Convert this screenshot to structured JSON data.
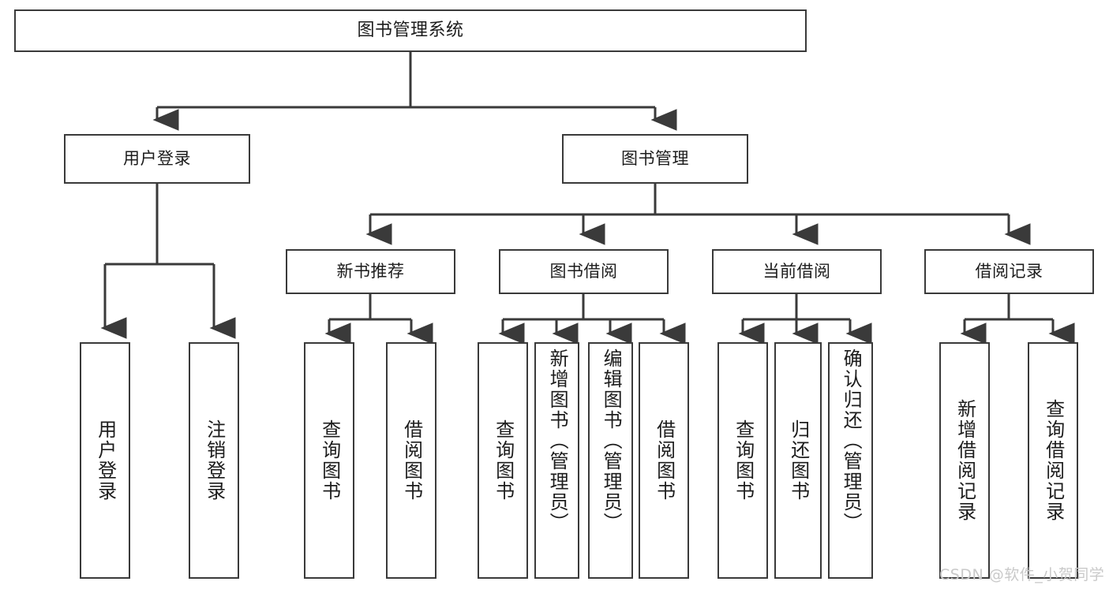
{
  "diagram": {
    "title": "图书管理系统",
    "type": "tree-hierarchy",
    "root": {
      "label": "图书管理系统"
    },
    "level2": [
      {
        "label": "用户登录"
      },
      {
        "label": "图书管理"
      }
    ],
    "level3": [
      {
        "label": "新书推荐"
      },
      {
        "label": "图书借阅"
      },
      {
        "label": "当前借阅"
      },
      {
        "label": "借阅记录"
      }
    ],
    "leaves": {
      "user_login": [
        {
          "label": "用户登录"
        },
        {
          "label": "注销登录"
        }
      ],
      "new_book_recommend": [
        {
          "label": "查询图书"
        },
        {
          "label": "借阅图书"
        }
      ],
      "book_borrow": [
        {
          "label": "查询图书"
        },
        {
          "label": "新增图书（管理员）"
        },
        {
          "label": "编辑图书（管理员）"
        },
        {
          "label": "借阅图书"
        }
      ],
      "current_borrow": [
        {
          "label": "查询图书"
        },
        {
          "label": "归还图书"
        },
        {
          "label": "确认归还（管理员）"
        }
      ],
      "borrow_record": [
        {
          "label": "新增借阅记录"
        },
        {
          "label": "查询借阅记录"
        }
      ]
    }
  },
  "watermark": {
    "text": "CSDN @软件_小贺同学"
  },
  "colors": {
    "stroke": "#3a3a3a",
    "text": "#1c1c1c",
    "background": "#ffffff",
    "watermark": "#c9c9c9"
  }
}
